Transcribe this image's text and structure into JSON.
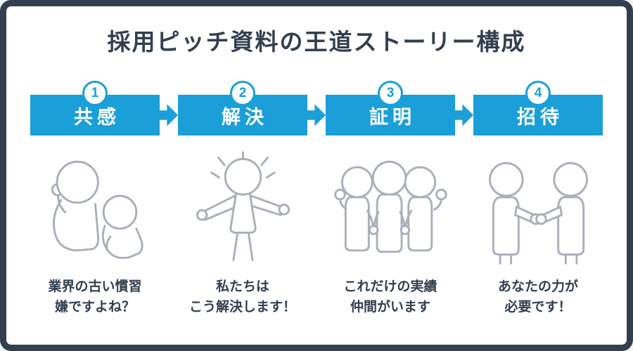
{
  "title": "採用ピッチ資料の王道ストーリー構成",
  "colors": {
    "accent_blue": "#1b9fd8",
    "frame_navy": "#323f4f",
    "text_navy": "#323f4f",
    "illustration_stroke": "#a9b0ba"
  },
  "steps": [
    {
      "number": "1",
      "label": "共感",
      "caption_line1": "業界の古い慣習",
      "caption_line2": "嫌ですよね？",
      "illustration": "two-people-crouching-icon"
    },
    {
      "number": "2",
      "label": "解決",
      "caption_line1": "私たちは",
      "caption_line2": "こう解決します！",
      "illustration": "person-arms-open-icon"
    },
    {
      "number": "3",
      "label": "証明",
      "caption_line1": "これだけの実績",
      "caption_line2": "仲間がいます",
      "illustration": "three-people-united-icon"
    },
    {
      "number": "4",
      "label": "招待",
      "caption_line1": "あなたの力が",
      "caption_line2": "必要です！",
      "illustration": "two-people-handshake-icon"
    }
  ]
}
